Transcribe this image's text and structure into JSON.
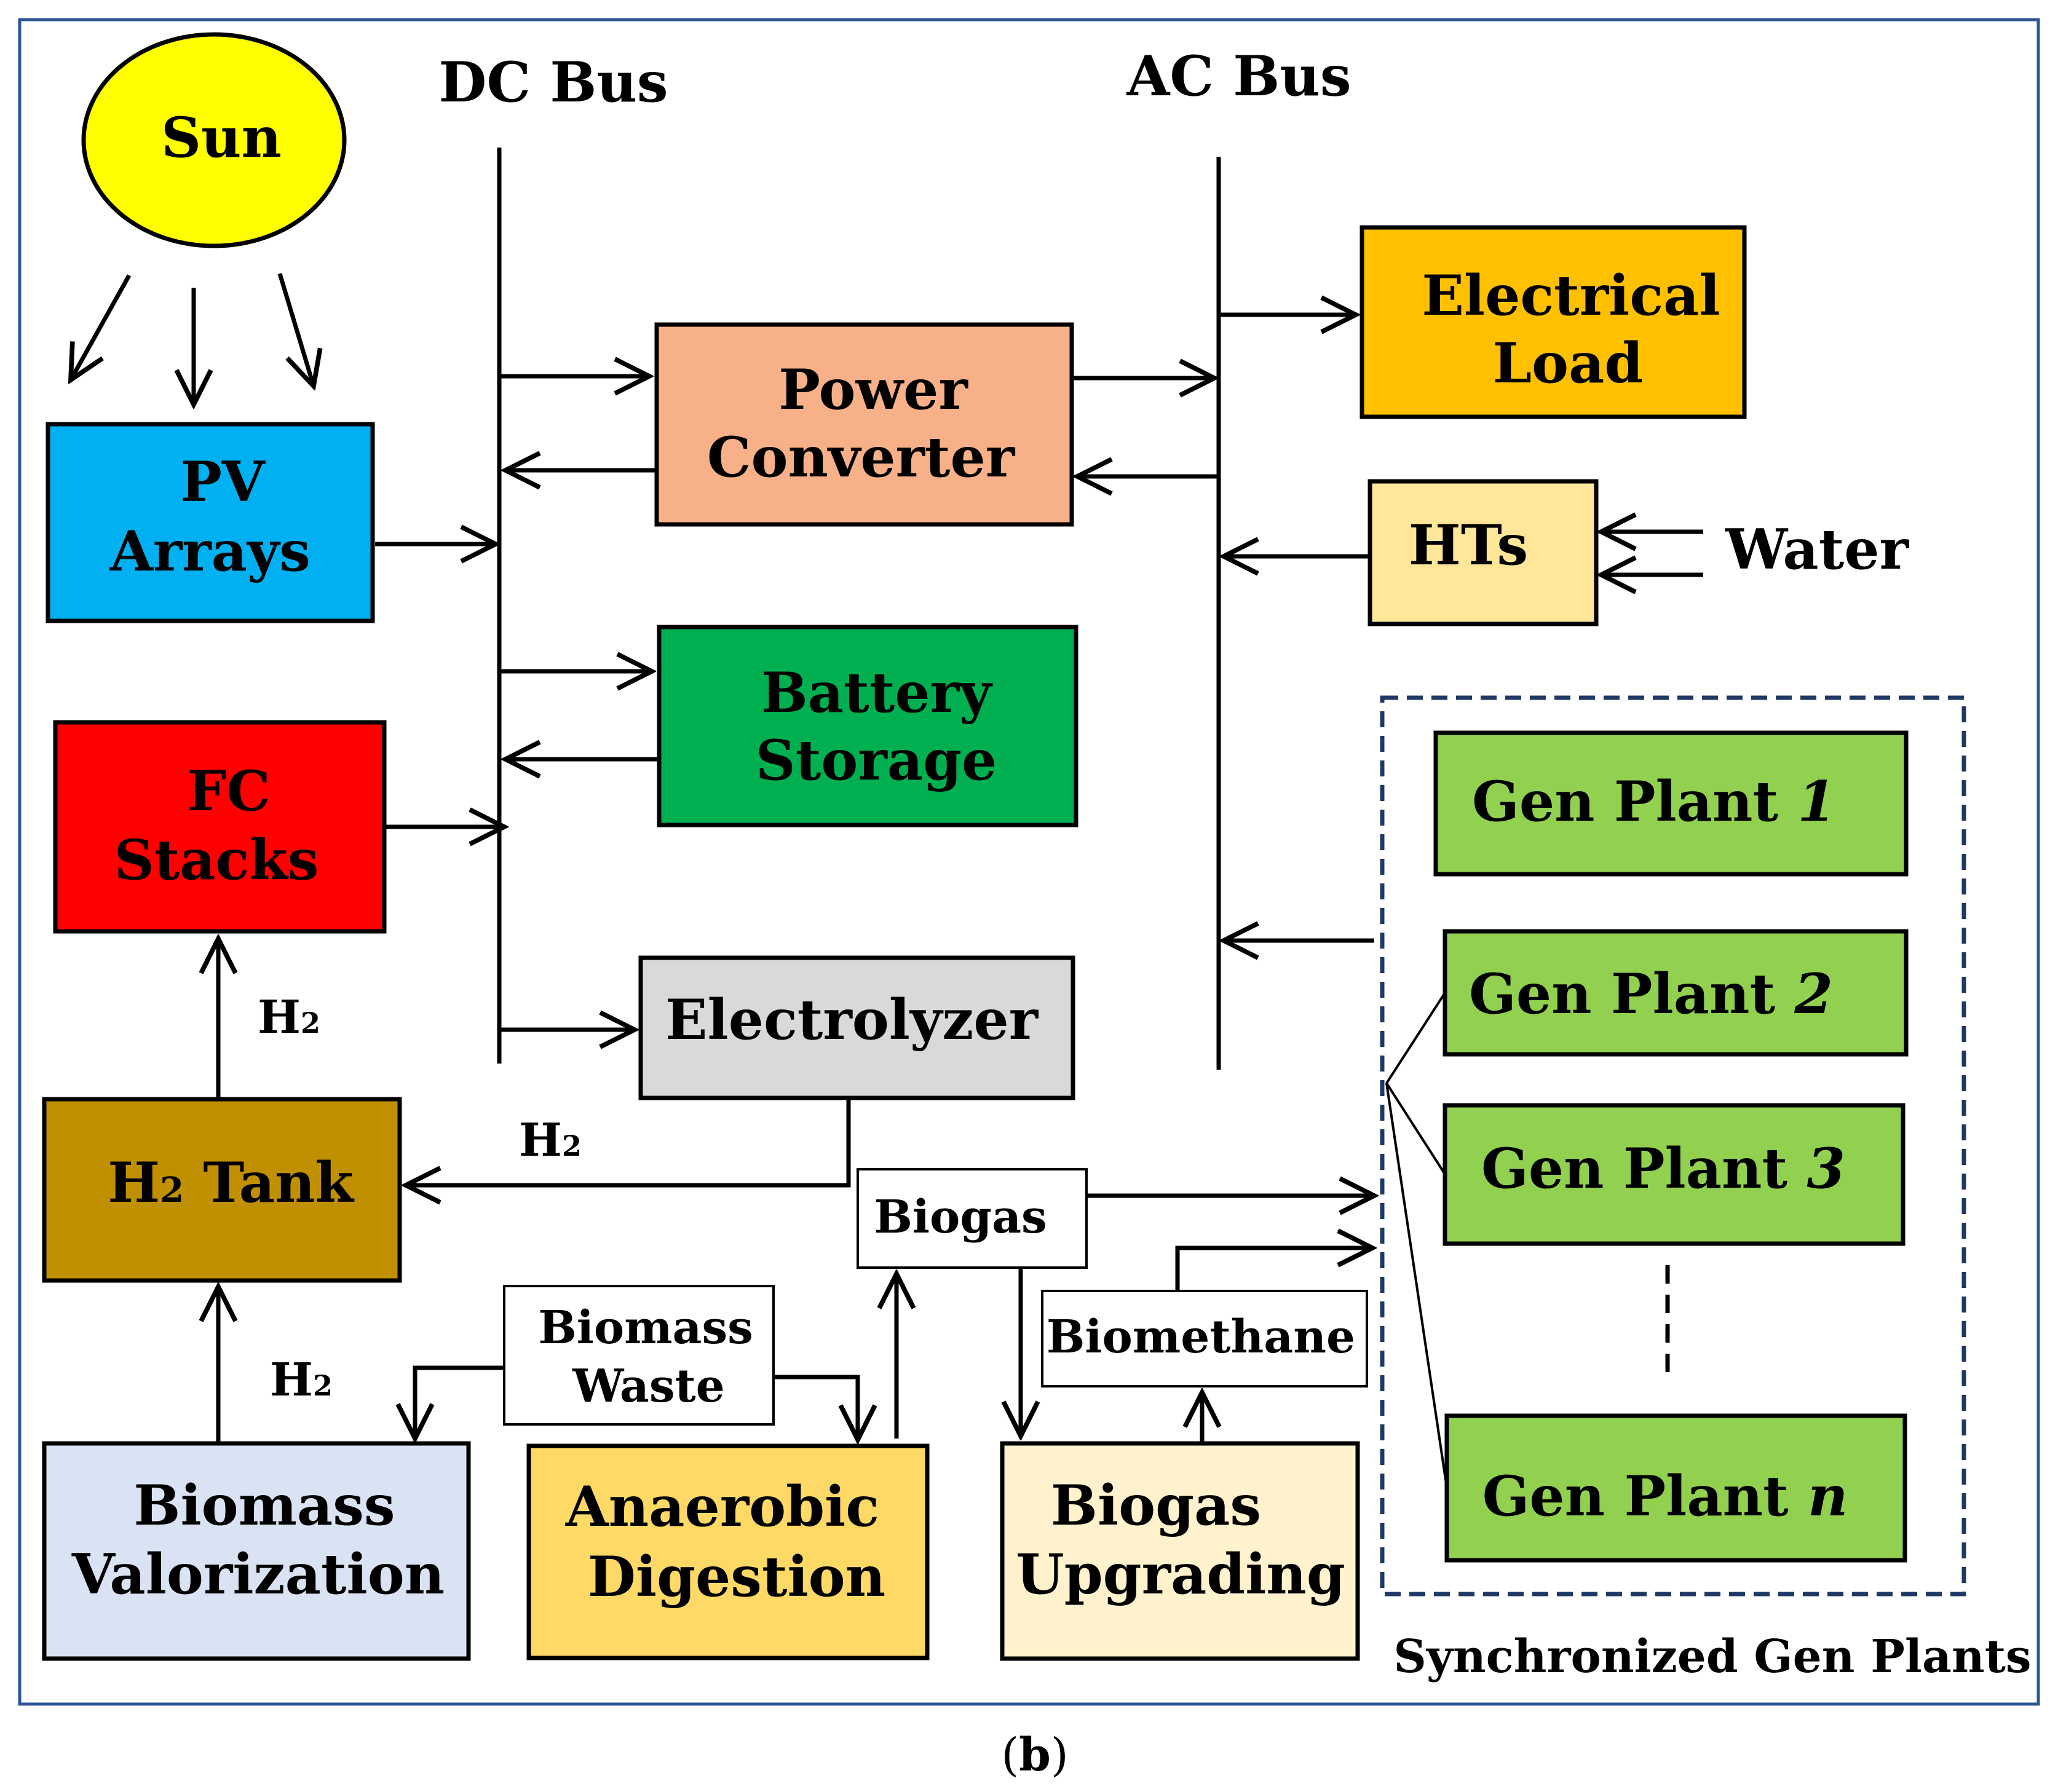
{
  "buses": {
    "dc": "DC Bus",
    "ac": "AC Bus"
  },
  "nodes": {
    "sun": "Sun",
    "pv_arrays": [
      "PV",
      "Arrays"
    ],
    "fc_stacks": [
      "FC",
      "Stacks"
    ],
    "h2_tank": {
      "main": "H",
      "sub": "2",
      "rest": " Tank"
    },
    "power_converter": [
      "Power",
      "Converter"
    ],
    "battery_storage": [
      "Battery",
      "Storage"
    ],
    "electrolyzer": "Electrolyzer",
    "electrical_load": [
      "Electrical",
      "Load"
    ],
    "hts": "HTs",
    "water": "Water",
    "biomass_valorization": [
      "Biomass",
      "Valorization"
    ],
    "anaerobic_digestion": [
      "Anaerobic",
      "Digestion"
    ],
    "biogas_upgrading": [
      "Biogas",
      "Upgrading"
    ],
    "biomass_waste": [
      "Biomass",
      "Waste"
    ],
    "biogas": "Biogas",
    "biomethane": "Biomethane",
    "gen_plants": [
      {
        "prefix": "Gen Plant ",
        "index": "1"
      },
      {
        "prefix": "Gen Plant ",
        "index": "2"
      },
      {
        "prefix": "Gen Plant ",
        "index": "3"
      },
      {
        "prefix": "Gen Plant ",
        "index": "n"
      }
    ],
    "gen_group_label": "Synchronized Gen Plants"
  },
  "flow_labels": {
    "h2": {
      "main": "H",
      "sub": "2"
    }
  },
  "caption": {
    "open": "(",
    "letter": "b",
    "close": ")"
  },
  "colors": {
    "sun": "#ffff00",
    "pv_arrays": "#00b0f0",
    "fc_stacks": "#ff0000",
    "h2_tank": "#c09000",
    "power_converter": "#f8b088",
    "battery_storage": "#00b050",
    "electrolyzer": "#d9d9d9",
    "electrical_load": "#ffc000",
    "hts": "#ffe699",
    "biomass_valorization": "#dae3f3",
    "anaerobic_digestion": "#ffd966",
    "biogas_upgrading": "#fff2cc",
    "gen_plant": "#92d050",
    "gen_group_border": "#1f3864",
    "frame_border": "#2e5597"
  }
}
